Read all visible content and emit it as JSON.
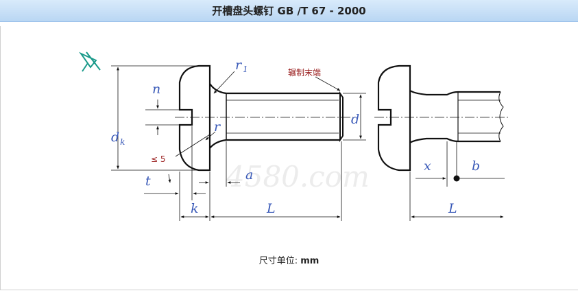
{
  "title": "开槽盘头螺钉 GB /T 67 - 2000",
  "diagram": {
    "labels": {
      "r1": "r",
      "r1_sub": "1",
      "n": "n",
      "dk": "d",
      "dk_sub": "k",
      "r": "r",
      "le5": "≤ 5",
      "t": "t",
      "a": "a",
      "k": "k",
      "L": "L",
      "d": "d",
      "rolled_end": "辗制末端",
      "x": "x",
      "b": "b",
      "L2": "L"
    },
    "watermark": "4580.com"
  },
  "units_label": "尺寸单位:",
  "units_value": "mm",
  "colors": {
    "label_blue": "#3a5ab8",
    "note_red": "#9b2020",
    "pin_teal": "#1a9a8a",
    "title_bg": "#c7dff7"
  }
}
